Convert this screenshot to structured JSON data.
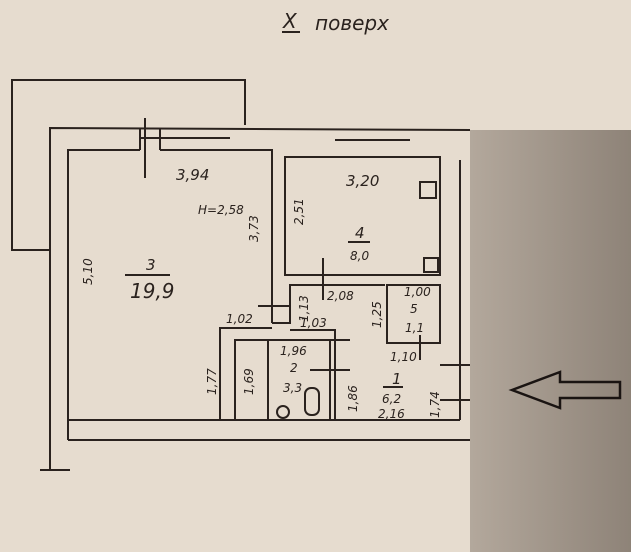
{
  "title": {
    "mark": "X",
    "text": "поверх"
  },
  "height_note": "H=2,58",
  "rooms": [
    {
      "number": "1",
      "area": "6,2"
    },
    {
      "number": "2",
      "area": "3,3"
    },
    {
      "number": "3",
      "area": "19,9"
    },
    {
      "number": "4",
      "area": "8,0"
    },
    {
      "number": "5",
      "area": "1,1"
    }
  ],
  "dimensions": {
    "r3_width": "3,94",
    "r3_length": "5,10",
    "r3_inner": "3,73",
    "r4_width": "3,20",
    "r4_length": "2,51",
    "hall_208": "2,08",
    "hall_113": "1,13",
    "hall_103": "1,03",
    "hall_102": "1,02",
    "hall_125": "1,25",
    "r5_width": "1,00",
    "r5_110": "1,10",
    "bath_196": "1,96",
    "bath_169": "1,69",
    "bath_186": "1,86",
    "hall_177": "1,77",
    "r1_216": "2,16",
    "r1_174": "1,74"
  },
  "colors": {
    "paper": "#e6dccf",
    "ink": "#2a221e",
    "shadow": "#8e8378"
  }
}
